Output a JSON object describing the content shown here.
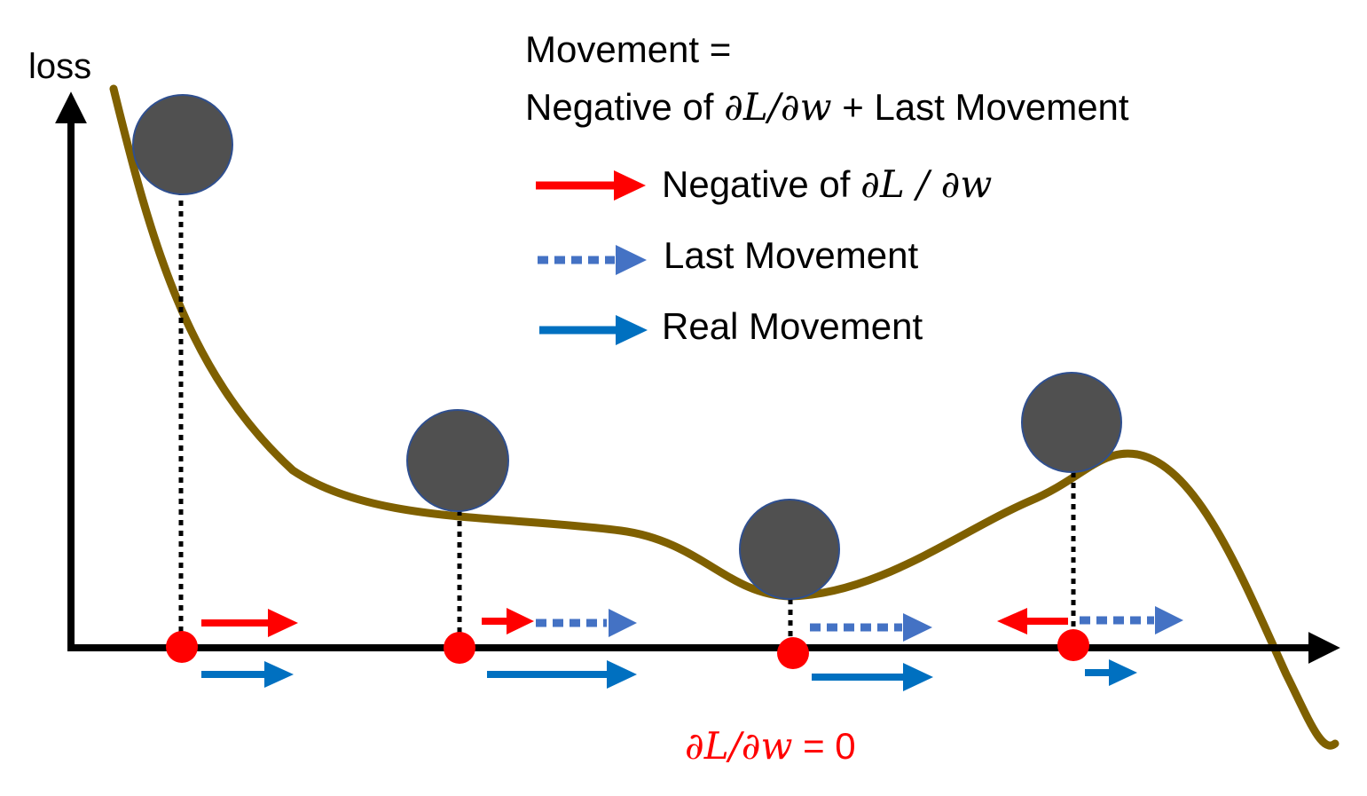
{
  "axis": {
    "y_label": "loss"
  },
  "title": {
    "line1": "Movement =",
    "line2_prefix": "Negative of ",
    "line2_math": "∂L/∂w",
    "line2_suffix": " + Last Movement"
  },
  "legend": [
    {
      "key": "negative-gradient",
      "prefix": "Negative of ",
      "math": "∂L / ∂w",
      "color": "#ff0000",
      "style": "solid"
    },
    {
      "key": "last-movement",
      "prefix": "Last Movement",
      "math": "",
      "color": "#4472c4",
      "style": "dotted"
    },
    {
      "key": "real-movement",
      "prefix": "Real Movement",
      "math": "",
      "color": "#0070c0",
      "style": "solid"
    }
  ],
  "annotation": {
    "math": "∂L/∂w",
    "suffix": " = 0",
    "color": "#ff0000"
  },
  "colors": {
    "curve": "#7f6000",
    "ball": "#505050",
    "ball_edge": "#2f4f8f",
    "point": "#ff0000",
    "axis": "#000000"
  }
}
